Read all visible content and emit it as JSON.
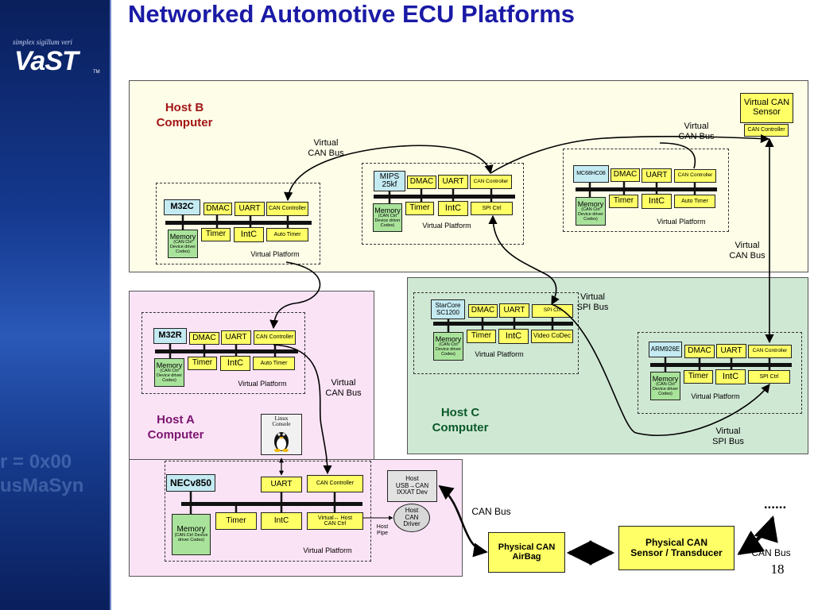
{
  "slide": {
    "title": "Networked Automotive ECU Platforms",
    "page_number": "18",
    "logo_text": "VaST",
    "logo_tm": "TM",
    "motto": "simplex sigillum veri"
  },
  "hosts": {
    "b": "Host  B\nComputer",
    "a": "Host  A\nComputer",
    "c": "Host  C\nComputer"
  },
  "labels": {
    "vp": "Virtual Platform",
    "dmac": "DMAC",
    "uart": "UART",
    "can_ctrl": "CAN Controller",
    "timer": "Timer",
    "intc": "IntC",
    "auto_timer": "Auto Timer",
    "spi_ctrl": "SPI Ctrl",
    "video_codec": "Video CoDec",
    "memory": "Memory",
    "memory_sub": "(CAN Ctrl Device driver Codes)"
  },
  "cpus": {
    "m32c": "M32C",
    "mips": "MIPS\n25kf",
    "mc68": "MC68HC08",
    "m32r": "M32R",
    "starcore": "StarCore\nSC1200",
    "arm": "ARM926E",
    "nec": "NECv850"
  },
  "sensor": {
    "title": "Virtual CAN\nSensor",
    "ctrl": "CAN Controller"
  },
  "bus_labels": {
    "vcan_left": "Virtual\nCAN Bus",
    "vcan_right": "Virtual\nCAN Bus",
    "vcan_c": "Virtual\nCAN Bus",
    "vcan_a": "Virtual\nCAN Bus",
    "vspi_top": "Virtual\nSPI Bus",
    "vspi_bottom": "Virtual\nSPI Bus",
    "can_bus_1": "CAN Bus",
    "can_bus_2": "CAN Bus",
    "host_pipe": "Host\nPipe"
  },
  "host_a": {
    "virtual_host": "Virtual↔ Host\nCAN Ctrl",
    "usb": "Host\nUSB→CAN\nIXXAT Dev",
    "driver": "Host\nCAN\nDriver",
    "console": "Linux\nConsole"
  },
  "physical": {
    "airbag": "Physical CAN\nAirBag",
    "sensor": "Physical CAN\nSensor / Transducer",
    "dots": "......"
  },
  "colors": {
    "title": "#1a1aa6",
    "host_b_bg": "#fdfde8",
    "host_c_bg": "#cfe8d4",
    "host_a_bg": "#fbe3f6",
    "component": "#ffff66",
    "memory": "#a9e39b",
    "cpu": "#c4eaf2"
  }
}
